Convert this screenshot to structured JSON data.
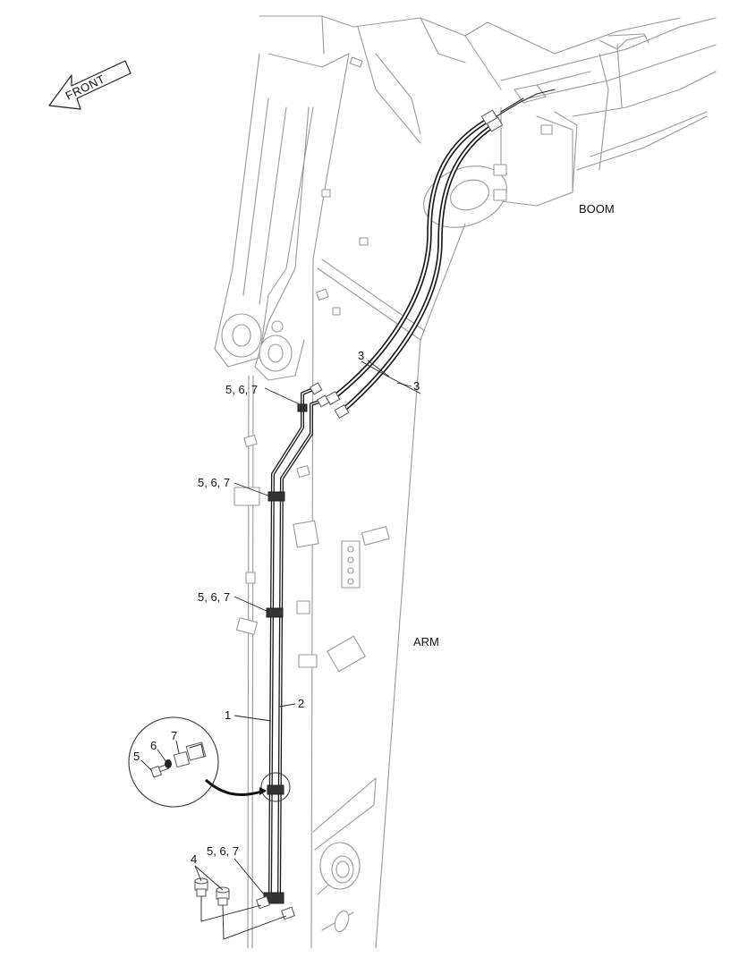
{
  "direction_arrow": {
    "label": "FRONT"
  },
  "components": {
    "boom": "BOOM",
    "arm": "ARM"
  },
  "callouts": {
    "hose_upper": "3",
    "hose_lower": "3",
    "clamp_top": "5, 6, 7",
    "clamp_upper": "5, 6, 7",
    "clamp_middle": "5, 6, 7",
    "clamp_bottom": "5, 6, 7",
    "pipe_1": "1",
    "pipe_2": "2",
    "plug": "4",
    "detail_bolt": "5",
    "detail_washer": "6",
    "detail_clamp": "7"
  }
}
